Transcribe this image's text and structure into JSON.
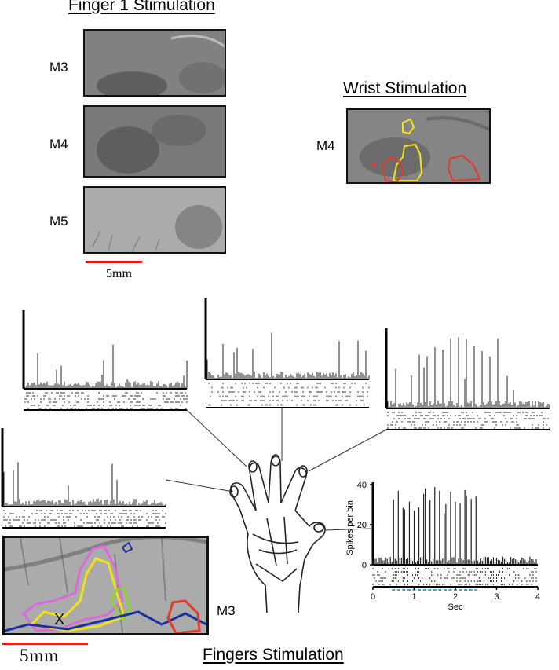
{
  "titles": {
    "finger1": "Finger 1 Stimulation",
    "wrist": "Wrist Stimulation",
    "fingers": "Fingers Stimulation"
  },
  "panel_labels": {
    "m3": "M3",
    "m4": "M4",
    "m5": "M5",
    "wrist_m4": "M4",
    "hand_m3": "M3"
  },
  "scale_bars": {
    "top": "5mm",
    "bottom": "5mm",
    "color": "#e8201c"
  },
  "map_marker": "X",
  "chart_data": {
    "type": "bar",
    "title": "",
    "ylabel": "Spikes per bin",
    "xlabel": "Sec",
    "xlim": [
      0,
      4
    ],
    "ylim": [
      0,
      40
    ],
    "xticks": [
      "0",
      "1",
      "2",
      "3",
      "4"
    ],
    "yticks": [
      "0",
      "20",
      "40"
    ],
    "stimulus_window": [
      0.5,
      2.5
    ],
    "stimulus_period_s": 0.125
  },
  "colors": {
    "outline_red": "#e23a2a",
    "outline_yellow": "#f2e21a",
    "outline_blue": "#1e2fa0",
    "outline_green": "#8fd13a",
    "outline_magenta": "#d96ad6",
    "stim_marks": "#3aa6d6"
  }
}
